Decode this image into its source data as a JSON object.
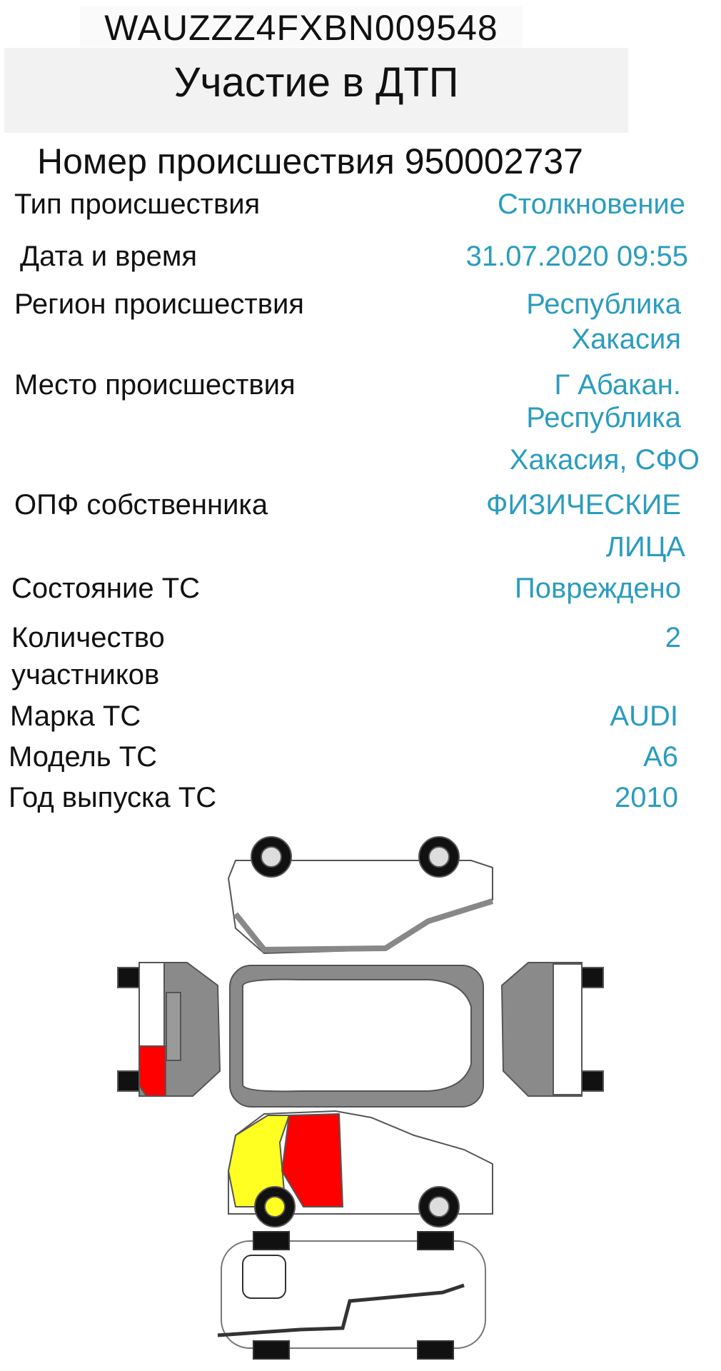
{
  "vin": "WAUZZZ4FXBN009548",
  "header": {
    "title": "Участие в ДТП"
  },
  "incident_number": "Номер происшествия 950002737",
  "rows": [
    {
      "label": "Тип происшествия",
      "value": [
        "Столкновение"
      ]
    },
    {
      "label": "Дата и время",
      "value": [
        "31.07.2020 09:55"
      ]
    },
    {
      "label": "Регион происшествия",
      "value": [
        "Республика",
        "Хакасия"
      ]
    },
    {
      "label": "Место происшествия",
      "value": [
        "Г Абакан.",
        "Республика",
        "Хакасия, СФО"
      ]
    },
    {
      "label": "ОПФ собственника",
      "value": [
        "ФИЗИЧЕСКИЕ",
        "ЛИЦА"
      ]
    },
    {
      "label": "Состояние ТС",
      "value": [
        "Повреждено"
      ]
    },
    {
      "label": [
        "Количество",
        "участников"
      ],
      "value": [
        "2"
      ]
    },
    {
      "label": "Марка ТС",
      "value": [
        "AUDI"
      ]
    },
    {
      "label": "Модель ТС",
      "value": [
        "A6"
      ]
    },
    {
      "label": "Год выпуска ТС",
      "value": [
        "2010"
      ]
    }
  ],
  "colors": {
    "value": "#2a9cbf",
    "damage_severe": "#ff0000",
    "damage_light": "#ffff22",
    "body_gray": "#8a8a8a"
  }
}
